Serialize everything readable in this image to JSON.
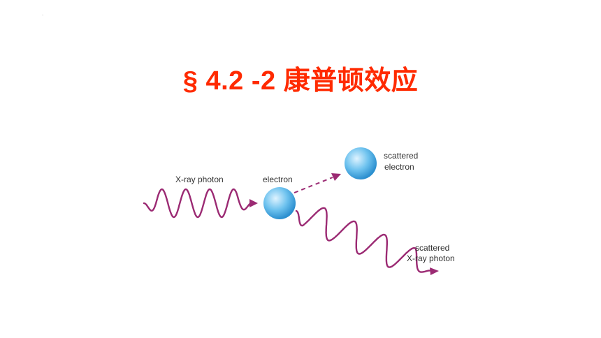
{
  "corner_mark": ".",
  "title": "§ 4.2 -2  康普顿效应",
  "diagram": {
    "labels": {
      "incoming_photon": "X-ray photon",
      "electron": "electron",
      "scattered_electron_line1": "scattered",
      "scattered_electron_line2": "electron",
      "scattered_photon_line1": "scattered",
      "scattered_photon_line2": "X-ray photon"
    },
    "colors": {
      "wave": "#9b2a73",
      "sphere_light": "#dff3ff",
      "sphere_mid": "#6fc3ef",
      "sphere_dark": "#2b8fcf"
    }
  }
}
